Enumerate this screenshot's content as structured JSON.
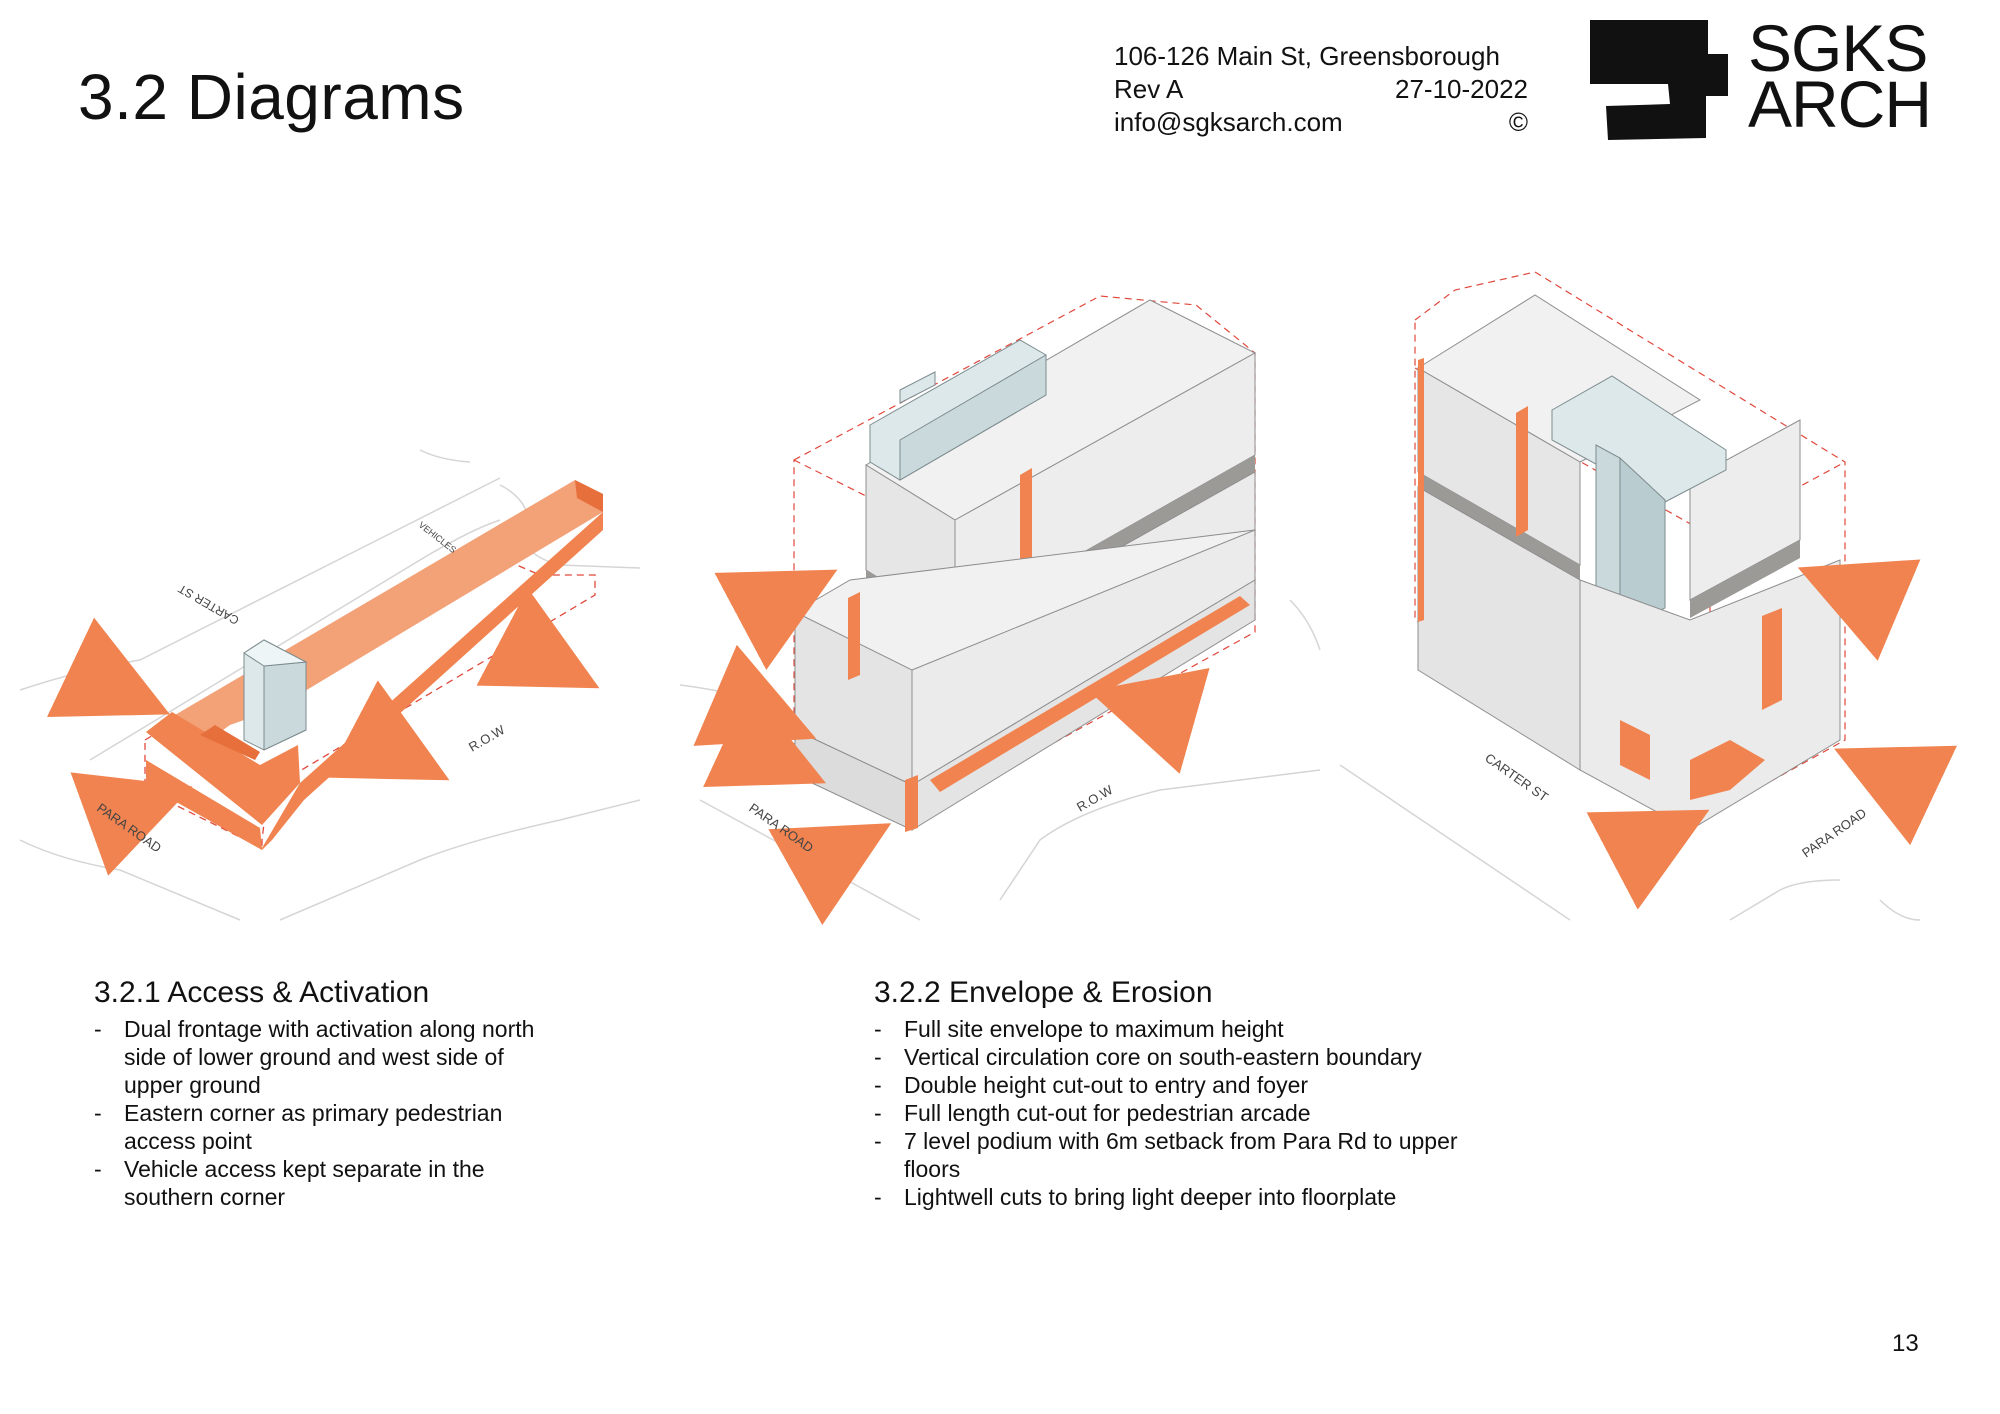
{
  "page": {
    "title": "3.2 Diagrams",
    "number": "13"
  },
  "project": {
    "address": "106-126 Main St, Greensborough",
    "revision": "Rev A",
    "date": "27-10-2022",
    "email": "info@sgksarch.com",
    "copyright": "©"
  },
  "logo": {
    "line1": "SGKS",
    "line2": "ARCH"
  },
  "diagram_labels": {
    "left": {
      "carter": "CARTER ST",
      "vehicles": "VEHICLES",
      "row": "R.O.W",
      "para": "PARA ROAD"
    },
    "middle": {
      "para": "PARA ROAD",
      "row": "R.O.W"
    },
    "right": {
      "carter": "CARTER ST",
      "para": "PARA ROAD"
    }
  },
  "colors": {
    "accent_orange": "#f0834f",
    "massing_grey": "#e3e2e2",
    "band_grey": "#9b9a97",
    "glass_blue": "#d9e8ea",
    "envelope_red": "#e0483c"
  },
  "sections": [
    {
      "heading": "3.2.1 Access & Activation",
      "items": [
        "Dual frontage with activation along north side of lower ground and west side of upper ground",
        "Eastern corner as primary pedestrian access point",
        "Vehicle access kept separate in the southern corner"
      ]
    },
    {
      "heading": "3.2.2 Envelope & Erosion",
      "items": [
        "Full site envelope to maximum height",
        "Vertical circulation core on south-eastern boundary",
        "Double height cut-out to entry and foyer",
        "Full length cut-out for pedestrian arcade",
        "7 level podium with 6m setback from Para Rd to upper floors",
        "Lightwell cuts to bring light deeper into floorplate"
      ]
    }
  ]
}
